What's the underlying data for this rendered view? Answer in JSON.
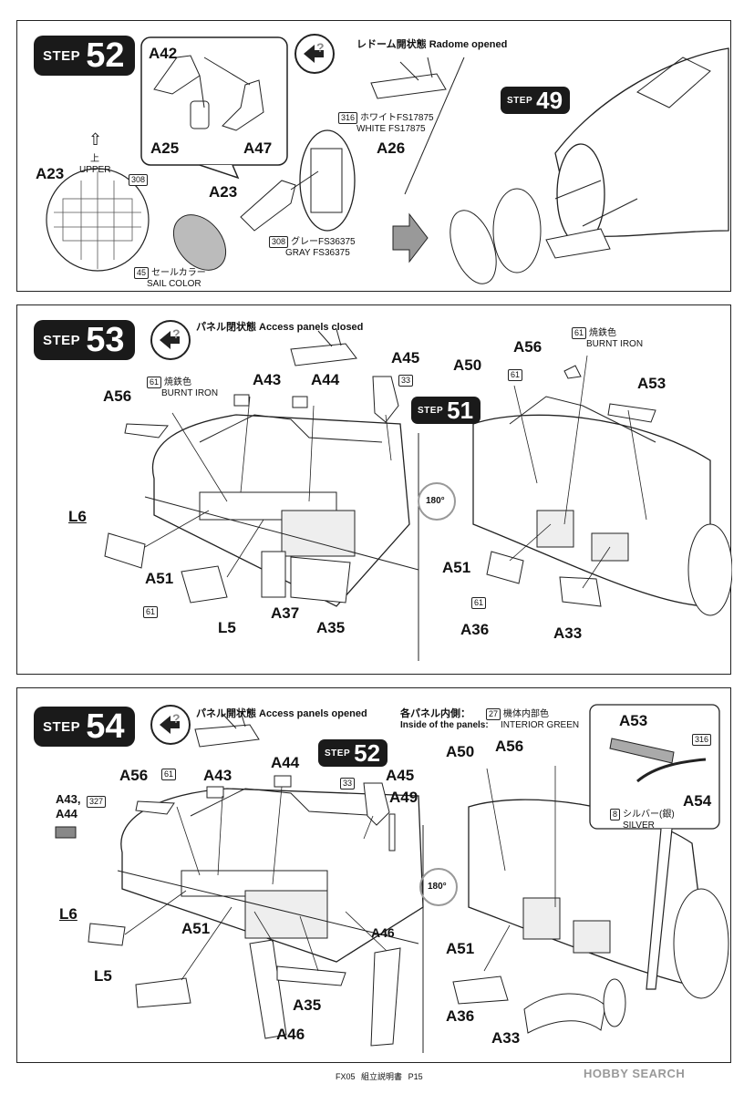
{
  "step52": {
    "badge_word": "STEP",
    "badge_num": "52",
    "hint_title": "レドーム開状態 Radome opened",
    "labels": {
      "a42": "A42",
      "a25": "A25",
      "a47": "A47",
      "a23": "A23",
      "a23b": "A23",
      "a26": "A26"
    },
    "upper_jp": "上",
    "upper_en": "UPPER",
    "white_num": "316",
    "white_jp": "ホワイトFS17875",
    "white_en": "WHITE FS17875",
    "gray_num": "308",
    "gray_jp": "グレーFS36375",
    "gray_en": "GRAY FS36375",
    "sail_num": "45",
    "sail_jp": "セールカラー",
    "sail_en": "SAIL COLOR",
    "grid_num": "308",
    "ref_word": "STEP",
    "ref_num": "49"
  },
  "step53": {
    "badge_word": "STEP",
    "badge_num": "53",
    "hint_title": "パネル閉状態 Access panels closed",
    "labels": {
      "a56": "A56",
      "a43": "A43",
      "a44": "A44",
      "a45": "A45",
      "l6": "L6",
      "a51": "A51",
      "l5": "L5",
      "a37": "A37",
      "a35": "A35",
      "r_a50": "A50",
      "r_a56": "A56",
      "r_a53": "A53",
      "r_a51": "A51",
      "r_a36": "A36",
      "r_a33": "A33"
    },
    "burnt_num": "61",
    "burnt_jp": "焼鉄色",
    "burnt_en": "BURNT IRON",
    "r_burnt_num": "61",
    "r_burnt_jp": "焼鉄色",
    "r_burnt_en": "BURNT IRON",
    "num33": "33",
    "num61a": "61",
    "num61b": "61",
    "num61c": "61",
    "rotate": "180°",
    "ref_word": "STEP",
    "ref_num": "51"
  },
  "step54": {
    "badge_word": "STEP",
    "badge_num": "54",
    "hint_title": "パネル開状態 Access panels opened",
    "inside_jp": "各パネル内側：",
    "inside_en": "Inside of the panels:",
    "int_num": "27",
    "int_jp": "機体内部色",
    "int_en": "INTERIOR GREEN",
    "labels": {
      "a56": "A56",
      "a43": "A43",
      "a44": "A44",
      "a45": "A45",
      "a49": "A49",
      "a4344a": "A43,",
      "a4344b": "A44",
      "l6": "L6",
      "a51": "A51",
      "l5": "L5",
      "a35": "A35",
      "a46": "A46",
      "a46b": "A46",
      "r_a50": "A50",
      "r_a56": "A56",
      "r_a53": "A53",
      "r_a54": "A54",
      "r_a51": "A51",
      "r_a36": "A36",
      "r_a33": "A33"
    },
    "silver_num": "8",
    "silver_jp": "シルバー(銀)",
    "silver_en": "SILVER",
    "n327": "327",
    "n316": "316",
    "n33": "33",
    "n61": "61",
    "rotate": "180°",
    "ref_word": "STEP",
    "ref_num": "52"
  },
  "footer": {
    "code": "FX05",
    "title": "組立説明書",
    "page": "P15"
  },
  "watermark": "HOBBY SEARCH"
}
